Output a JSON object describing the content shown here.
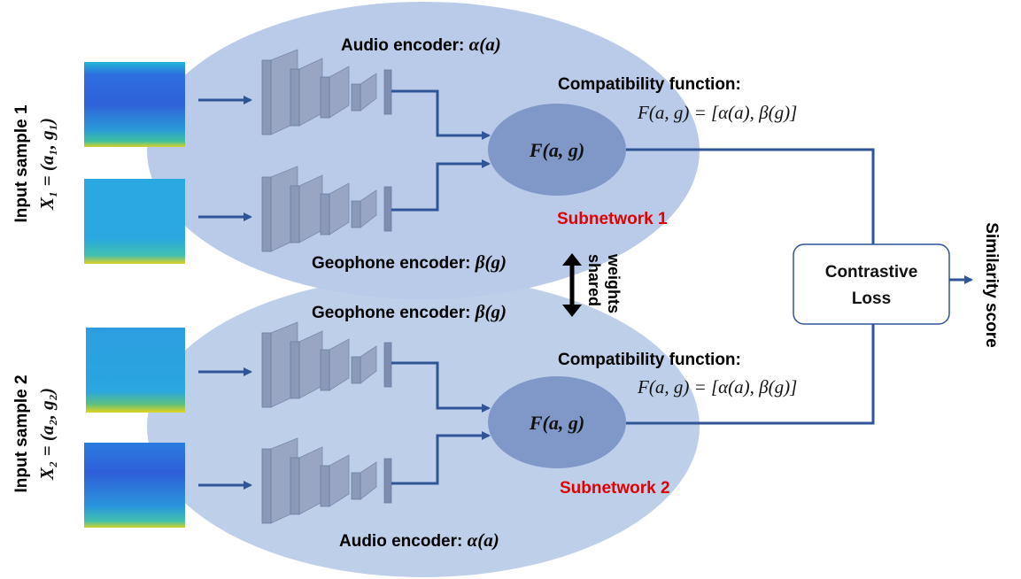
{
  "subnetworks": [
    {
      "top_encoder_label": "Audio encoder: ",
      "top_encoder_math": "α(a)",
      "bottom_encoder_label": "Geophone encoder: ",
      "bottom_encoder_math": "β(g)",
      "node_label": "F(a, g)",
      "compat_title": "Compatibility function:",
      "compat_formula": "F(a, g) = [α(a), β(g)]",
      "name": "Subnetwork 1"
    },
    {
      "top_encoder_label": "Geophone encoder: ",
      "top_encoder_math": "β(g)",
      "bottom_encoder_label": "Audio encoder: ",
      "bottom_encoder_math": "α(a)",
      "node_label": "F(a, g)",
      "compat_title": "Compatibility function:",
      "compat_formula": "F(a, g) = [α(a), β(g)]",
      "name": "Subnetwork 2"
    }
  ],
  "inputs": [
    {
      "title": "Input sample 1",
      "formula": "X₁ = (a₁, g₁)"
    },
    {
      "title": "Input sample 2",
      "formula": "X₂ = (a₂, g₂)"
    }
  ],
  "shared_weights": {
    "line1": "shared",
    "line2": "weights"
  },
  "loss_box": {
    "line1": "Contrastive",
    "line2": "Loss"
  },
  "output_label": "Similarity score",
  "colors": {
    "ellipse": "#b9cbe8",
    "node": "#7f98c8",
    "arrow": "#2f5597",
    "layer": "#8a99b8",
    "subnetwork_label": "#e00000"
  }
}
